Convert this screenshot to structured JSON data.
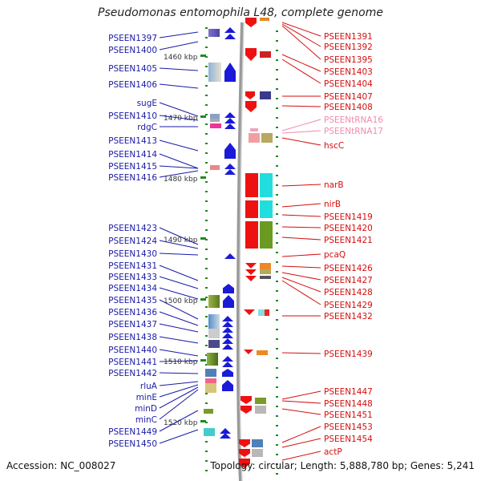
{
  "title": "Pseudomonas entomophila L48, complete genome",
  "accession_label": "Accession: NC_008027",
  "topology_label": "Topology: circular; Length: 5,888,780 bp; Genes: 5,241",
  "colors": {
    "left_label": "#1a1aa8",
    "right_label": "#d40f0f",
    "rna_label": "#f28ab0",
    "strand_minus": "#ee1111",
    "strand_plus": "#1a1ad8",
    "backbone": "#999999",
    "tick": "#1f8a1f"
  },
  "ruler": [
    "1460 kbp",
    "1470 kbp",
    "1480 kbp",
    "1490 kbp",
    "1500 kbp",
    "1510 kbp",
    "1520 kbp"
  ],
  "left_labels": [
    "PSEEN1397",
    "PSEEN1400",
    "PSEEN1405",
    "PSEEN1406",
    "sugE",
    "PSEEN1410",
    "rdgC",
    "PSEEN1413",
    "PSEEN1414",
    "PSEEN1415",
    "PSEEN1416",
    "PSEEN1423",
    "PSEEN1424",
    "PSEEN1430",
    "PSEEN1431",
    "PSEEN1433",
    "PSEEN1434",
    "PSEEN1435",
    "PSEEN1436",
    "PSEEN1437",
    "PSEEN1438",
    "PSEEN1440",
    "PSEEN1441",
    "PSEEN1442",
    "rluA",
    "minE",
    "minD",
    "minC",
    "PSEEN1449",
    "PSEEN1450"
  ],
  "right_labels": [
    "PSEEN1391",
    "PSEEN1392",
    "PSEEN1395",
    "PSEEN1403",
    "PSEEN1404",
    "PSEEN1407",
    "PSEEN1408",
    "PSEENtRNA16",
    "PSEENtRNA17",
    "hscC",
    "narB",
    "nirB",
    "PSEEN1419",
    "PSEEN1420",
    "PSEEN1421",
    "pcaQ",
    "PSEEN1426",
    "PSEEN1427",
    "PSEEN1428",
    "PSEEN1429",
    "PSEEN1432",
    "PSEEN1439",
    "PSEEN1447",
    "PSEEN1448",
    "PSEEN1451",
    "PSEEN1453",
    "PSEEN1454",
    "actP"
  ]
}
